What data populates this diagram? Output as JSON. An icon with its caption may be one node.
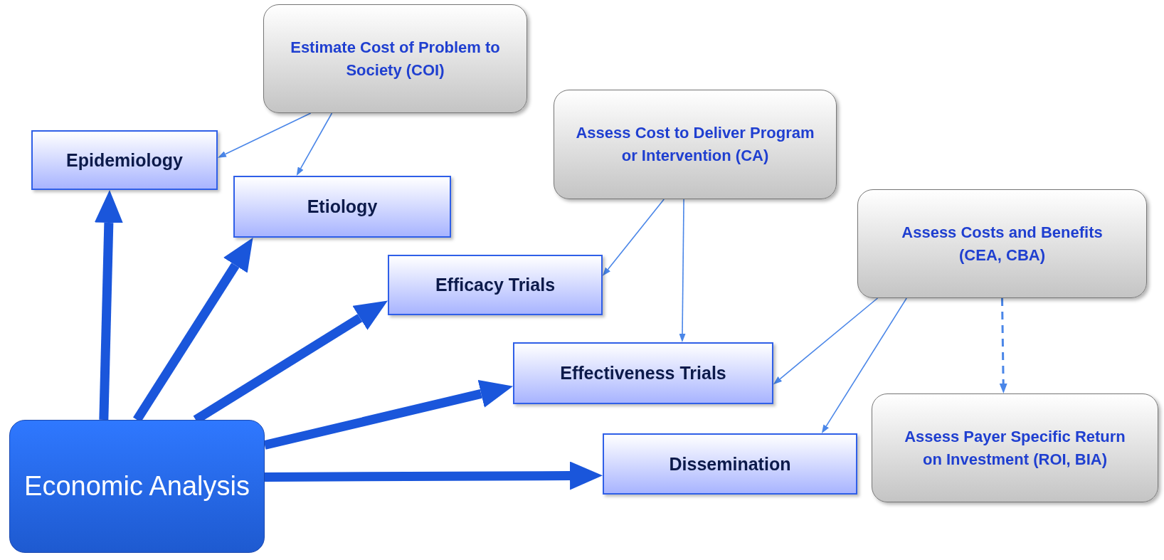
{
  "diagram": {
    "nodes": [
      {
        "text": [
          "Economic Analysis"
        ]
      },
      {
        "text": [
          "Epidemiology"
        ]
      },
      {
        "text": [
          "Etiology"
        ]
      },
      {
        "text": [
          "Efficacy Trials"
        ]
      },
      {
        "text": [
          "Effectiveness Trials"
        ]
      },
      {
        "text": [
          "Dissemination"
        ]
      },
      {
        "text": [
          "Estimate Cost of Problem to Society (COI)"
        ]
      },
      {
        "text": [
          "Assess Cost to Deliver Program or Intervention (CA)"
        ]
      },
      {
        "text": [
          "Assess Costs and Benefits (CEA, CBA)"
        ]
      },
      {
        "text": [
          "Assess Payer Specific Return on Investment (ROI, BIA)"
        ]
      }
    ],
    "edges": [
      {
        "from": 0,
        "to": 1,
        "arrow": "to",
        "style": "thick"
      },
      {
        "from": 0,
        "to": 2,
        "arrow": "to",
        "style": "thick"
      },
      {
        "from": 0,
        "to": 3,
        "arrow": "to",
        "style": "thick"
      },
      {
        "from": 0,
        "to": 4,
        "arrow": "to",
        "style": "thick"
      },
      {
        "from": 0,
        "to": 5,
        "arrow": "to",
        "style": "thick"
      },
      {
        "from": 6,
        "to": 1,
        "arrow": "to"
      },
      {
        "from": 6,
        "to": 2,
        "arrow": "to"
      },
      {
        "from": 7,
        "to": 3,
        "arrow": "to"
      },
      {
        "from": 7,
        "to": 4,
        "arrow": "to"
      },
      {
        "from": 8,
        "to": 4,
        "arrow": "to"
      },
      {
        "from": 8,
        "to": 5,
        "arrow": "to"
      },
      {
        "from": 8,
        "to": 9,
        "arrow": "to",
        "style": "dashed"
      }
    ]
  }
}
